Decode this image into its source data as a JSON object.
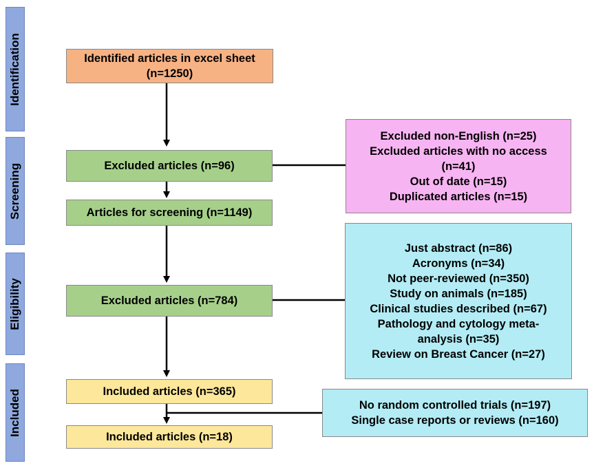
{
  "stages": [
    {
      "label": "Identification"
    },
    {
      "label": "Screening"
    },
    {
      "label": "Eligibility"
    },
    {
      "label": "Included"
    }
  ],
  "boxes": {
    "identified": {
      "line1": "Identified articles in excel sheet",
      "line2": "(n=1250)"
    },
    "excluded_screening": "Excluded articles (n=96)",
    "screening": "Articles for screening (n=1149)",
    "excluded_eligibility": "Excluded articles (n=784)",
    "included_1": "Included articles (n=365)",
    "included_2": "Included articles (n=18)"
  },
  "side_boxes": {
    "screening_reasons": [
      "Excluded non-English (n=25)",
      "Excluded articles with no access",
      "(n=41)",
      "Out of date (n=15)",
      "Duplicated articles (n=15)"
    ],
    "eligibility_reasons": [
      "Just abstract (n=86)",
      "Acronyms (n=34)",
      "Not peer-reviewed (n=350)",
      "Study on animals (n=185)",
      "Clinical studies described (n=67)",
      "Pathology and cytology meta-",
      "analysis (n=35)",
      "Review on Breast Cancer (n=27)"
    ],
    "included_reasons": [
      "No random controlled trials (n=197)",
      "Single case reports or reviews (n=160)"
    ]
  },
  "colors": {
    "stage": "#8fa9de",
    "orange": "#f7b284",
    "green": "#a6d08a",
    "yellow": "#fde79b",
    "pink": "#f7b4f2",
    "cyan": "#b3ecf5"
  }
}
